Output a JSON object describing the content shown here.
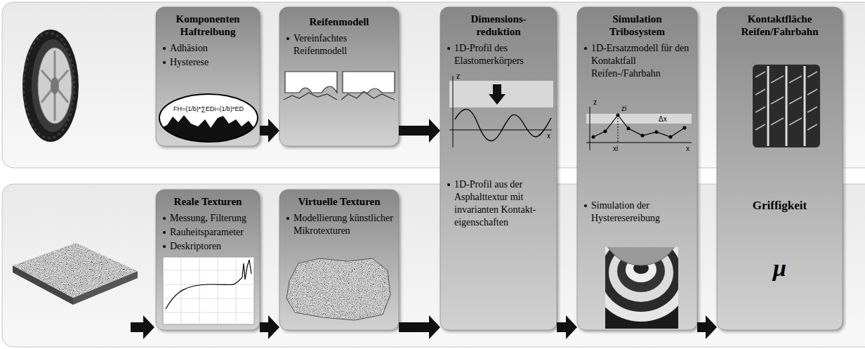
{
  "diagram": {
    "nodes": [
      {
        "text": [
          "Komponenten Haftreibung",
          "Adhäsion",
          "Hysterese"
        ]
      },
      {
        "text": [
          "Reifenmodell",
          "Vereinfachtes Reifenmodell"
        ]
      },
      {
        "text": [
          "Dimensions-reduktion",
          "1D-Profil des Elastomerkörpers",
          "1D-Profil aus der Asphalttextur mit invarianten Kontakt-eigenschaften"
        ]
      },
      {
        "text": [
          "Simulation Tribosystem",
          "1D-Ersatzmodell für den Kontaktfall Reifen-/Fahrbahn",
          "Simulation der Hysteresereibung"
        ]
      },
      {
        "text": [
          "Kontaktfläche Reifen/Fahrbahn",
          "Griffigkeit",
          "μ"
        ]
      },
      {
        "text": [
          "Reale Texturen",
          "Messung, Filterung",
          "Rauheitsparameter",
          "Deskriptoren"
        ]
      },
      {
        "text": [
          "Virtuelle Texturen",
          "Modellierung künstlicher Mikrotexturen"
        ]
      }
    ],
    "edges": [
      {
        "from": 0,
        "to": 1,
        "arrow": "to"
      },
      {
        "from": 1,
        "to": 2,
        "arrow": "to"
      },
      {
        "from": 5,
        "to": 6,
        "arrow": "to"
      },
      {
        "from": 6,
        "to": 2,
        "arrow": "to"
      },
      {
        "from": 2,
        "to": 3,
        "arrow": "to"
      },
      {
        "from": 3,
        "to": 4,
        "arrow": "to"
      }
    ],
    "labels": [
      "FH=(1/b)*∑EDi=(1/b)*ED",
      "z",
      "x",
      "z",
      "zi",
      "xi",
      "Δx",
      "x"
    ]
  }
}
